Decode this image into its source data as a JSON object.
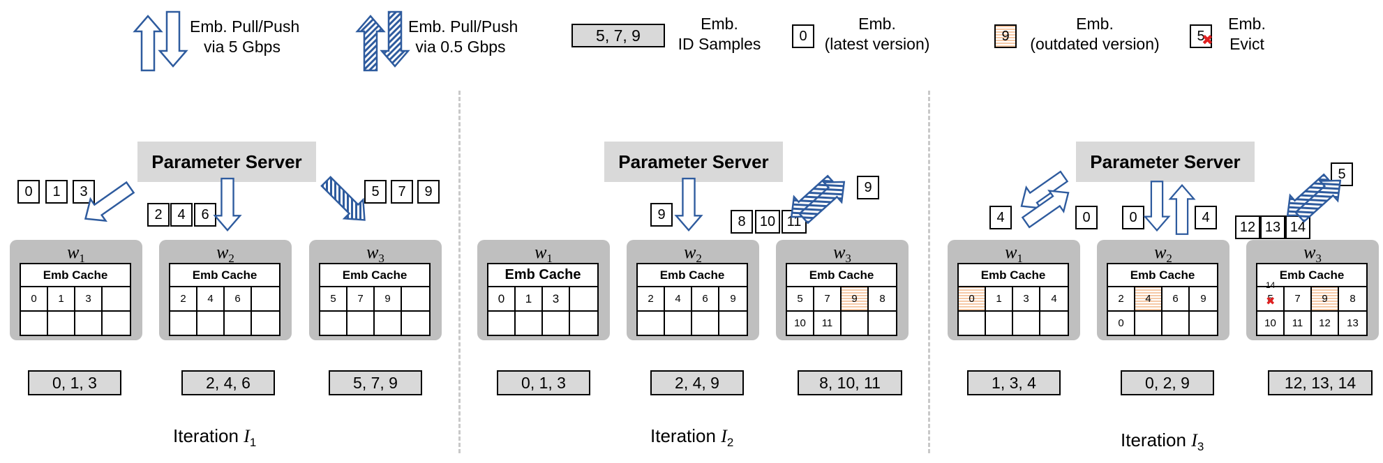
{
  "legend": {
    "fast_label_1": "Emb. Pull/Push",
    "fast_label_2": "via 5 Gbps",
    "slow_label_1": "Emb. Pull/Push",
    "slow_label_2": "via 0.5 Gbps",
    "sample_example": "5, 7, 9",
    "sample_label_1": "Emb.",
    "sample_label_2": "ID Samples",
    "latest_example": "0",
    "latest_label_1": "Emb.",
    "latest_label_2": "(latest version)",
    "outdated_example": "9",
    "outdated_label_1": "Emb.",
    "outdated_label_2": "(outdated version)",
    "evict_example": "5",
    "evict_label_1": "Emb.",
    "evict_label_2": "Evict"
  },
  "colors": {
    "arrow_blue": "#2e5b9e",
    "outdated_stripe": "#f6c9a6",
    "panel_gray": "#d9d9d9",
    "worker_gray": "#bfbfbf",
    "evict_red": "#e02020"
  },
  "cache_title": "Emb Cache",
  "parameter_server": "Parameter Server",
  "iterations": [
    {
      "label": "Iteration",
      "sub": "1",
      "workers": [
        {
          "name": "w",
          "sub": "1",
          "cells": [
            "0",
            "1",
            "3",
            "",
            "",
            "",
            "",
            ""
          ],
          "samples": "0, 1, 3",
          "transfer": [
            "0",
            "1",
            "3"
          ]
        },
        {
          "name": "w",
          "sub": "2",
          "cells": [
            "2",
            "4",
            "6",
            "",
            "",
            "",
            "",
            ""
          ],
          "samples": "2, 4, 6",
          "transfer": [
            "2",
            "4",
            "6"
          ]
        },
        {
          "name": "w",
          "sub": "3",
          "cells": [
            "5",
            "7",
            "9",
            "",
            "",
            "",
            "",
            ""
          ],
          "samples": "5, 7, 9",
          "transfer": [
            "5",
            "7",
            "9"
          ]
        }
      ]
    },
    {
      "label": "Iteration",
      "sub": "2",
      "workers": [
        {
          "name": "w",
          "sub": "1",
          "cells": [
            "0",
            "1",
            "3",
            "",
            "",
            "",
            "",
            ""
          ],
          "samples": "0, 1, 3",
          "transfer": []
        },
        {
          "name": "w",
          "sub": "2",
          "cells": [
            "2",
            "4",
            "6",
            "9",
            "",
            "",
            "",
            ""
          ],
          "samples": "2, 4, 9",
          "transfer": [
            "9"
          ]
        },
        {
          "name": "w",
          "sub": "3",
          "cells": [
            "5",
            "7",
            "9",
            "8",
            "10",
            "11",
            "",
            ""
          ],
          "samples": "8, 10, 11",
          "transfer": [
            "8",
            "10",
            "11"
          ],
          "push": [
            "9"
          ]
        }
      ]
    },
    {
      "label": "Iteration",
      "sub": "3",
      "workers": [
        {
          "name": "w",
          "sub": "1",
          "cells": [
            "0",
            "1",
            "3",
            "4",
            "",
            "",
            "",
            ""
          ],
          "samples": "1, 3, 4",
          "transfer": [
            "4"
          ],
          "push": [
            "0"
          ]
        },
        {
          "name": "w",
          "sub": "2",
          "cells": [
            "2",
            "4",
            "6",
            "9",
            "0",
            "",
            "",
            ""
          ],
          "samples": "0, 2, 9",
          "transfer": [
            "0"
          ],
          "push": [
            "4"
          ]
        },
        {
          "name": "w",
          "sub": "3",
          "cells": [
            "5",
            "7",
            "9",
            "8",
            "10",
            "11",
            "12",
            "13"
          ],
          "evicted_overlay": "14",
          "samples": "12, 13, 14",
          "transfer": [
            "12",
            "13",
            "14"
          ],
          "push": [
            "5"
          ]
        }
      ]
    }
  ]
}
